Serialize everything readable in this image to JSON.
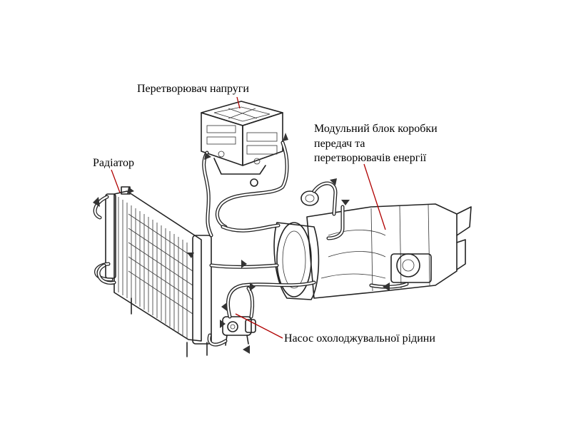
{
  "labels": {
    "voltage_converter": "Перетворювач напруги",
    "radiator": "Радіатор",
    "transmission_module": [
      "Модульний блок коробки",
      "передач та",
      "перетворювачів енергії"
    ],
    "coolant_pump": "Насос охолоджувальної рідини"
  },
  "colors": {
    "leader_line": "#b00000",
    "drawing_ink": "#222222",
    "background": "#ffffff"
  }
}
